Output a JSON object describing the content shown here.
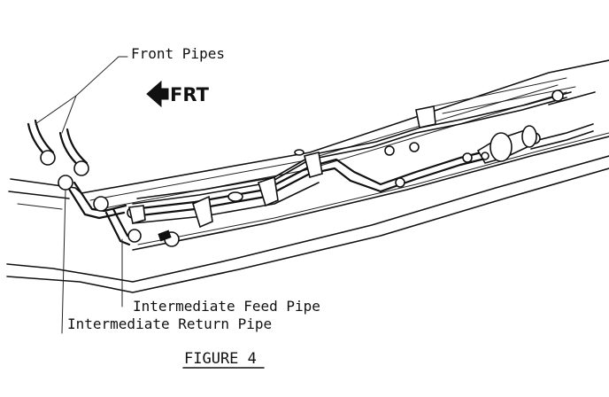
{
  "labels": {
    "front_pipes": "Front Pipes",
    "direction": "FRT",
    "intermediate_feed": "Intermediate Feed Pipe",
    "intermediate_return": "Intermediate Return Pipe",
    "caption": "FIGURE 4"
  },
  "colors": {
    "ink": "#111111",
    "paper": "#ffffff"
  },
  "icons": {
    "direction_arrow": "left-arrow-icon"
  }
}
